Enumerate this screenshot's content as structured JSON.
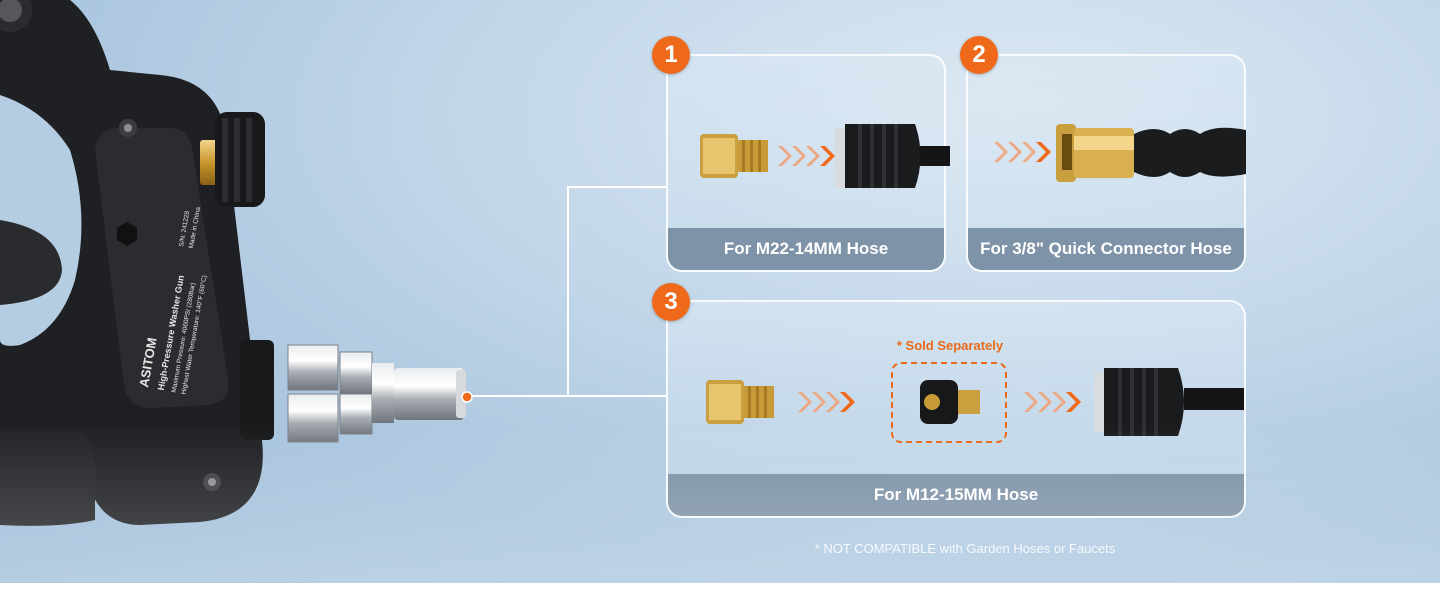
{
  "product": {
    "brand": "ASITOM",
    "label_title": "High-Pressure Washer Gun",
    "label_line1": "Maximum Pressure: 4060PSI (280Bar)",
    "label_line2": "Highest Water Temperature: 140°F (60°C)",
    "serial": "S/N: 241228",
    "origin": "Made in China"
  },
  "options": [
    {
      "number": "1",
      "caption": "For M22-14MM Hose"
    },
    {
      "number": "2",
      "caption": "For 3/8\" Quick Connector Hose"
    },
    {
      "number": "3",
      "caption": "For M12-15MM Hose",
      "sold_separately": "* Sold Separately"
    }
  ],
  "footnote": "* NOT COMPATIBLE with Garden Hoses or Faucets",
  "colors": {
    "accent": "#ee6a1a",
    "caption_bar": "#7e93a8",
    "brass": "#d4a84b",
    "gun_body": "#1e1f21"
  }
}
